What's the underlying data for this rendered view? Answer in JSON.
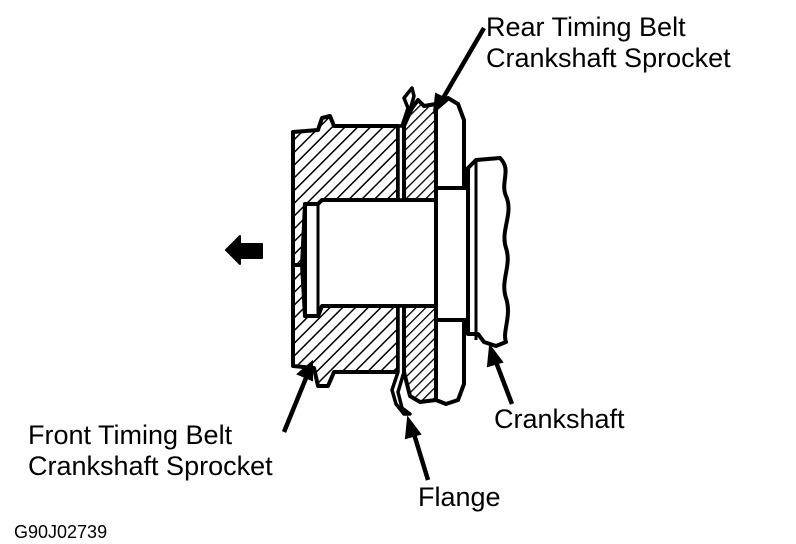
{
  "labels": {
    "rear_sprocket": {
      "line1": "Rear Timing Belt",
      "line2": "Crankshaft Sprocket"
    },
    "front_sprocket": {
      "line1": "Front Timing Belt",
      "line2": "Crankshaft Sprocket"
    },
    "crankshaft": "Crankshaft",
    "flange": "Flange"
  },
  "figure_code": "G90J02739",
  "colors": {
    "ink": "#000000",
    "paper": "#ffffff"
  }
}
